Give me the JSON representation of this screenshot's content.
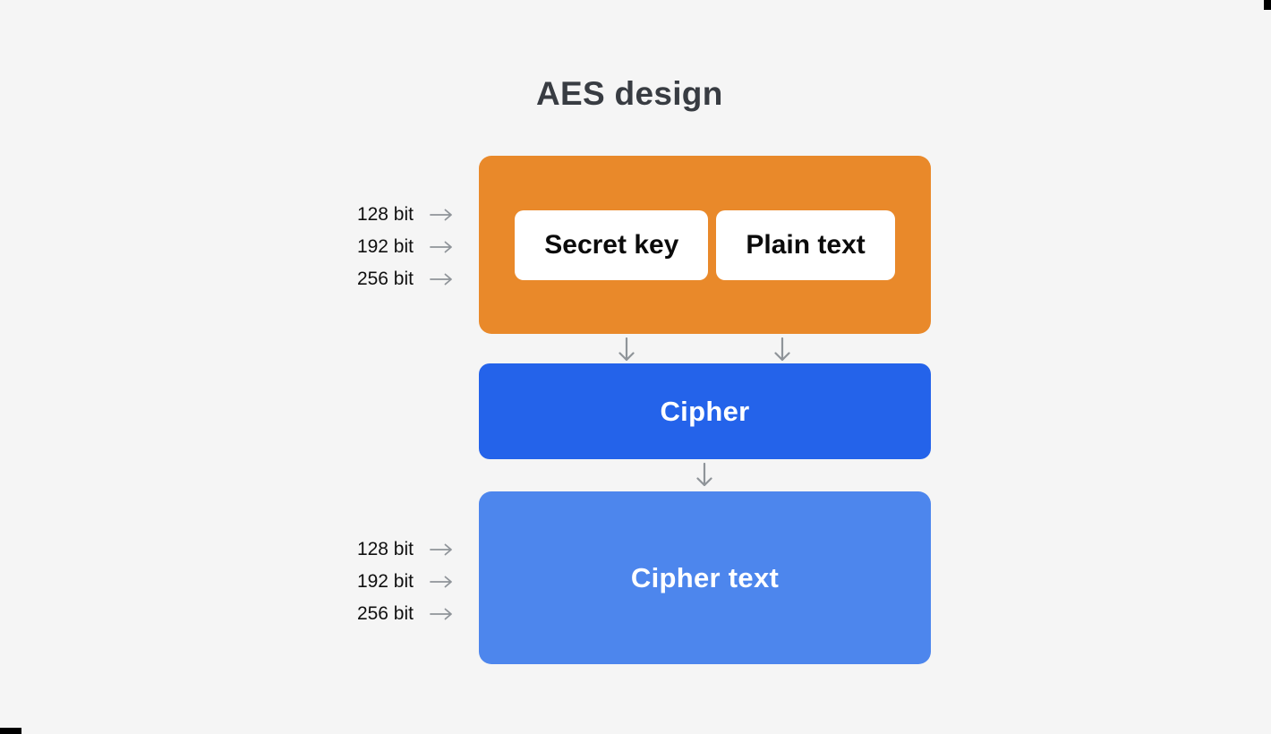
{
  "page": {
    "title": "AES design",
    "background_color": "#f5f5f5"
  },
  "diagram": {
    "input_block": {
      "background_color": "#e9892a",
      "chips": [
        {
          "label": "Secret key"
        },
        {
          "label": "Plain text"
        }
      ]
    },
    "cipher_block": {
      "label": "Cipher",
      "background_color": "#2463ea"
    },
    "cipher_text_block": {
      "label": "Cipher text",
      "background_color": "#4d86ed"
    },
    "key_sizes_top": [
      {
        "label": "128 bit"
      },
      {
        "label": "192 bit"
      },
      {
        "label": "256 bit"
      }
    ],
    "key_sizes_bottom": [
      {
        "label": "128 bit"
      },
      {
        "label": "192 bit"
      },
      {
        "label": "256 bit"
      }
    ],
    "arrow_color": "#8f9499"
  }
}
